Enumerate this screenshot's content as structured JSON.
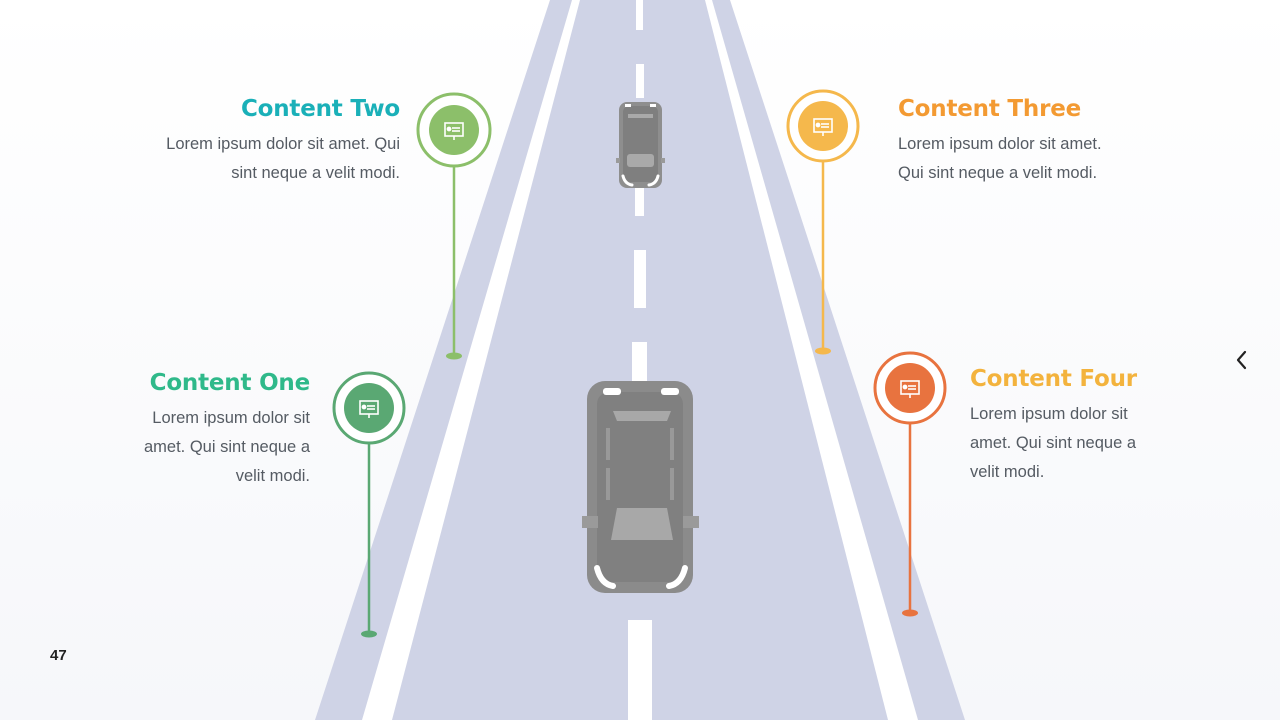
{
  "slide": {
    "page_number": "47"
  },
  "nav": {
    "prev_icon": "chevron-left-icon"
  },
  "colors": {
    "road": "#cfd3e6",
    "lane_marking": "#ffffff",
    "car_body": "#8a8a8a",
    "content_one": "#2fb98a",
    "content_two": "#1ab0b8",
    "content_three": "#f39a32",
    "content_four": "#f3b33d",
    "pin_one": "#5aa873",
    "pin_two": "#8cbf6a",
    "pin_three": "#f5b84c",
    "pin_four": "#e8733f"
  },
  "contents": {
    "one": {
      "title": "Content One",
      "lines": [
        "Lorem ipsum dolor sit",
        "amet. Qui sint neque a",
        "velit modi."
      ],
      "icon": "presentation-icon"
    },
    "two": {
      "title": "Content Two",
      "lines": [
        "Lorem ipsum dolor sit amet. Qui",
        "sint neque a velit modi."
      ],
      "icon": "presentation-icon"
    },
    "three": {
      "title": "Content Three",
      "lines": [
        "Lorem ipsum dolor sit amet.",
        "Qui sint neque a velit modi."
      ],
      "icon": "presentation-icon"
    },
    "four": {
      "title": "Content Four",
      "lines": [
        "Lorem ipsum dolor sit",
        "amet. Qui sint neque a",
        "velit modi."
      ],
      "icon": "presentation-icon"
    }
  }
}
